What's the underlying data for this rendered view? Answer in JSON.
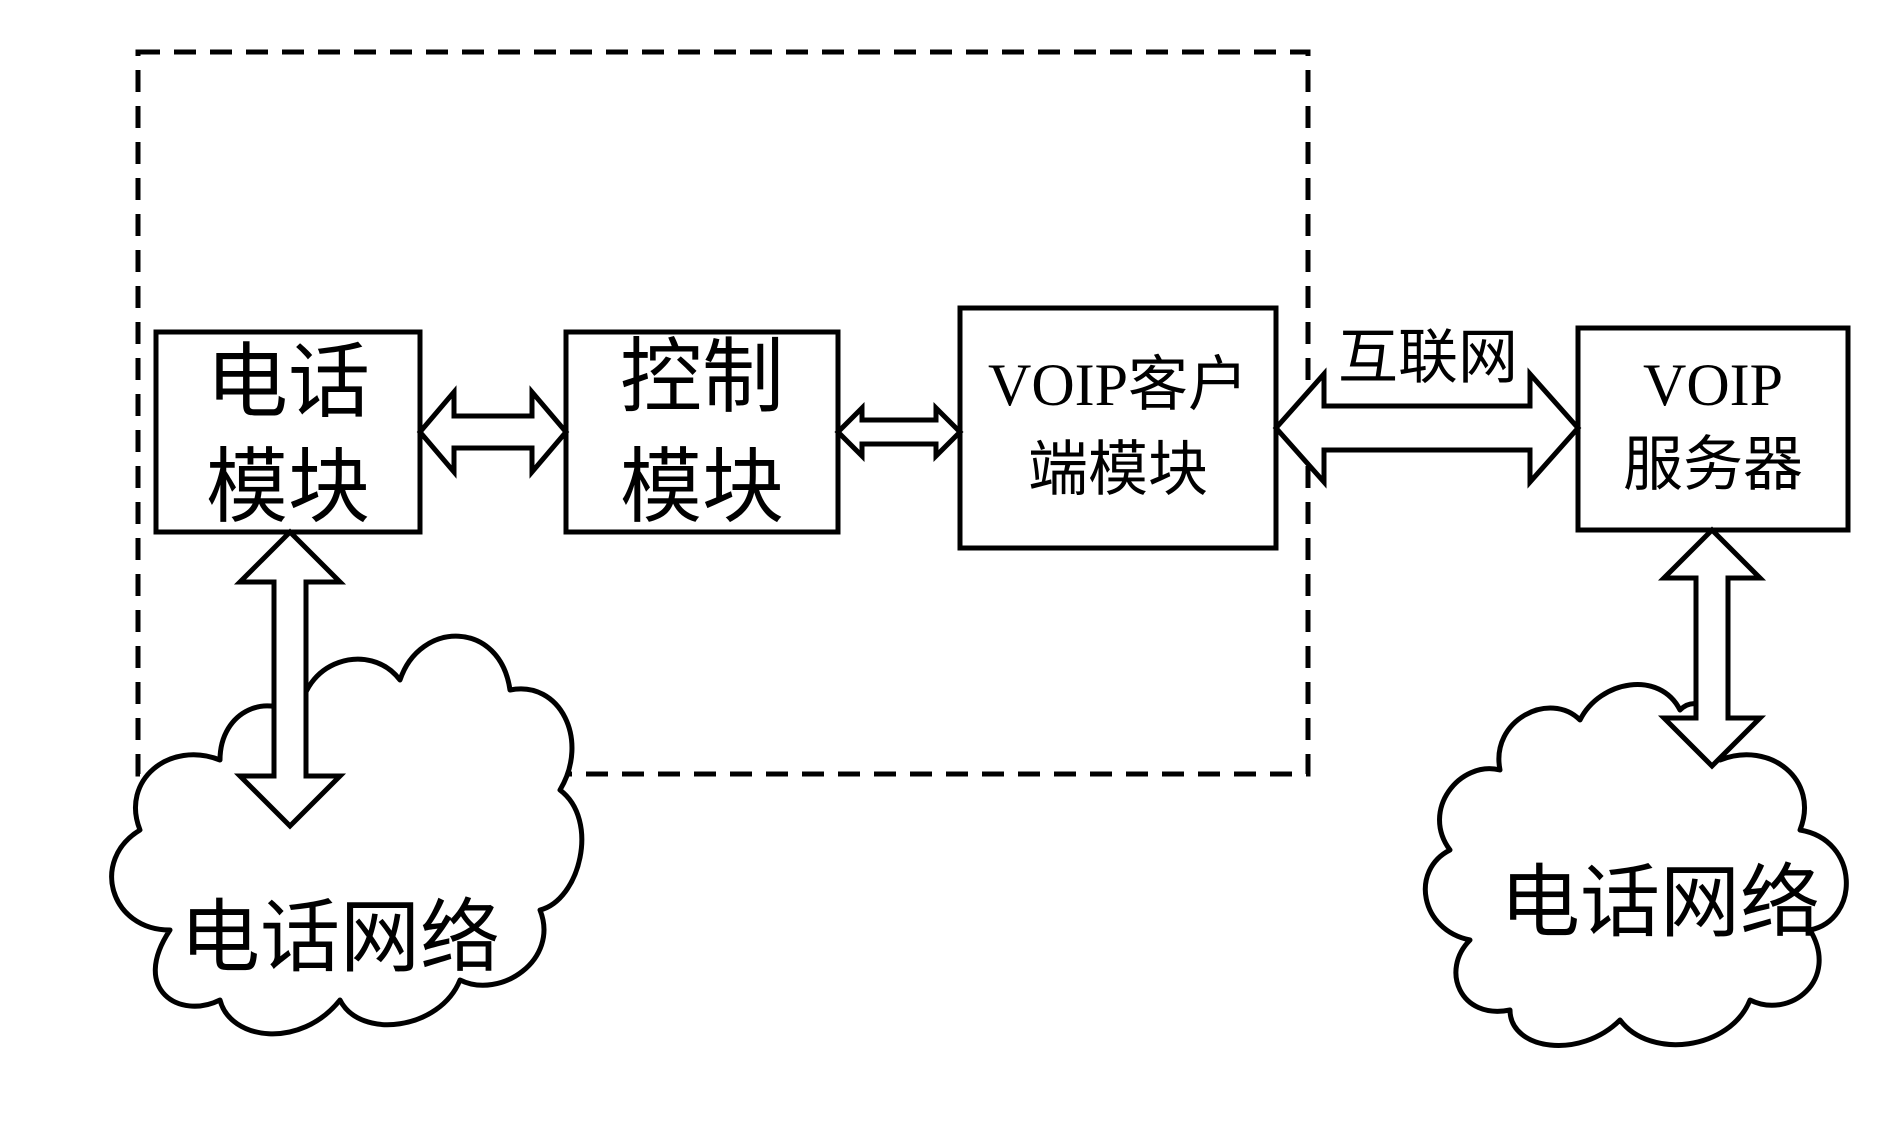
{
  "diagram": {
    "phone_module": {
      "line1": "电话",
      "line2": "模块"
    },
    "control_module": {
      "line1": "控制",
      "line2": "模块"
    },
    "voip_client": {
      "line1": "VOIP客户",
      "line2": "端模块"
    },
    "internet_label": "互联网",
    "voip_server": {
      "line1": "VOIP",
      "line2": "服务器"
    },
    "left_cloud_label": "电话网络",
    "right_cloud_label": "电话网络"
  }
}
